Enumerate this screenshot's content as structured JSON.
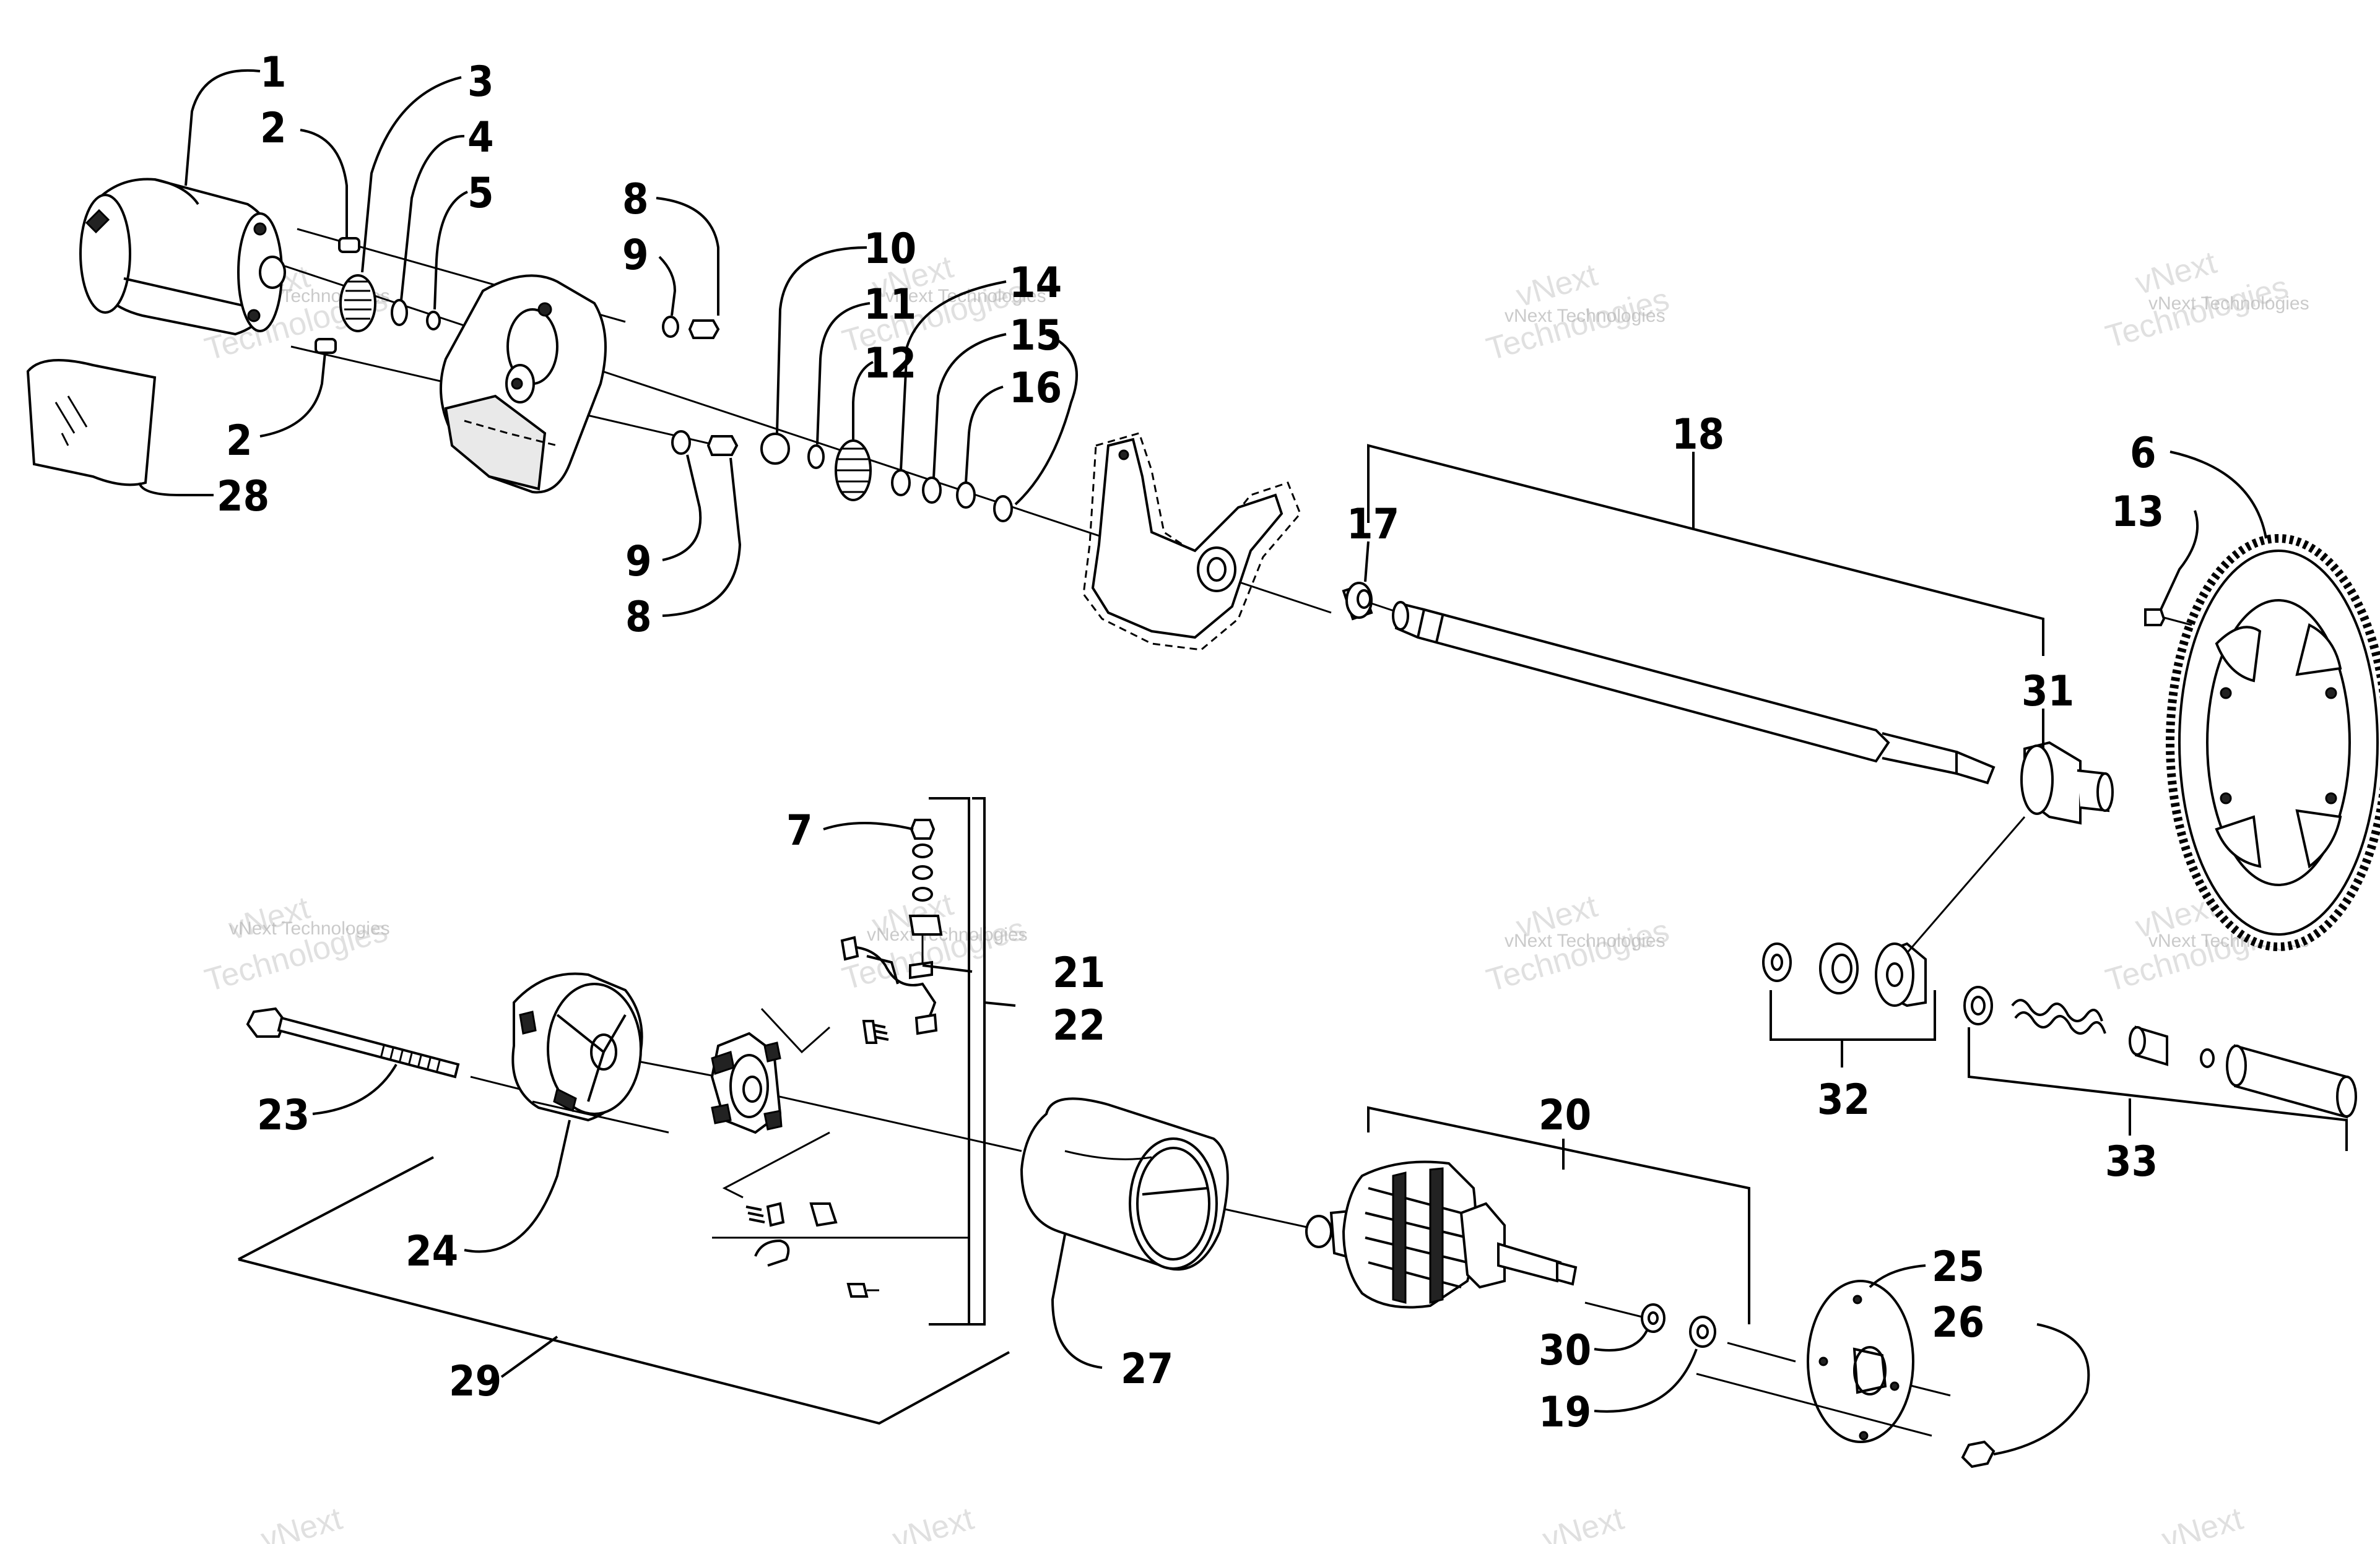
{
  "callouts": {
    "c1": "1",
    "c2a": "2",
    "c3": "3",
    "c4": "4",
    "c5": "5",
    "c8a": "8",
    "c9a": "9",
    "c10": "10",
    "c11": "11",
    "c12": "12",
    "c14": "14",
    "c15": "15",
    "c16": "16",
    "c2b": "2",
    "c28": "28",
    "c9b": "9",
    "c8b": "8",
    "c17": "17",
    "c18": "18",
    "c6": "6",
    "c13": "13",
    "c31": "31",
    "c7": "7",
    "c21": "21",
    "c22": "22",
    "c23": "23",
    "c24": "24",
    "c27": "27",
    "c29": "29",
    "c20": "20",
    "c25": "25",
    "c26": "26",
    "c30": "30",
    "c19": "19",
    "c32": "32",
    "c33": "33"
  },
  "watermark": {
    "brand": "vNext Technologies",
    "line1": "vNext",
    "line2": "Technologies"
  }
}
